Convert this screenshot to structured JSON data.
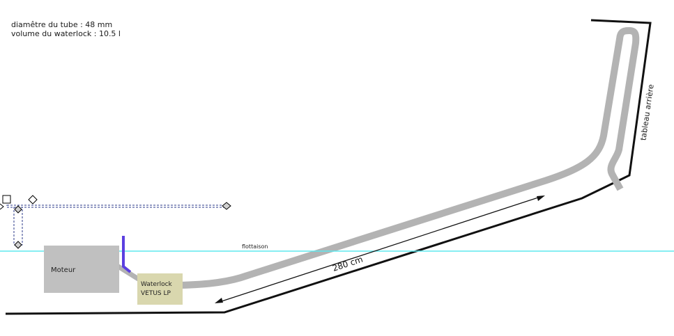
{
  "info": {
    "line1": "diamêtre du tube : 48 mm",
    "line2": "volume du waterlock : 10.5 l"
  },
  "labels": {
    "waterline": "flottaison",
    "transom": "tableau arrière",
    "dimension": "280 cm"
  },
  "engine": {
    "label": "Moteur"
  },
  "waterlock": {
    "line1": "Waterlock",
    "line2": "VETUS LP"
  },
  "colors": {
    "hull": "#111111",
    "tube": "#b3b3b3",
    "waterline": "#5ee8ee",
    "engine_fill": "#c0c0c0",
    "waterlock_fill": "#d9d7ae",
    "exhaust_riser": "#5b3fe0",
    "selection": "#2b3a8a"
  }
}
